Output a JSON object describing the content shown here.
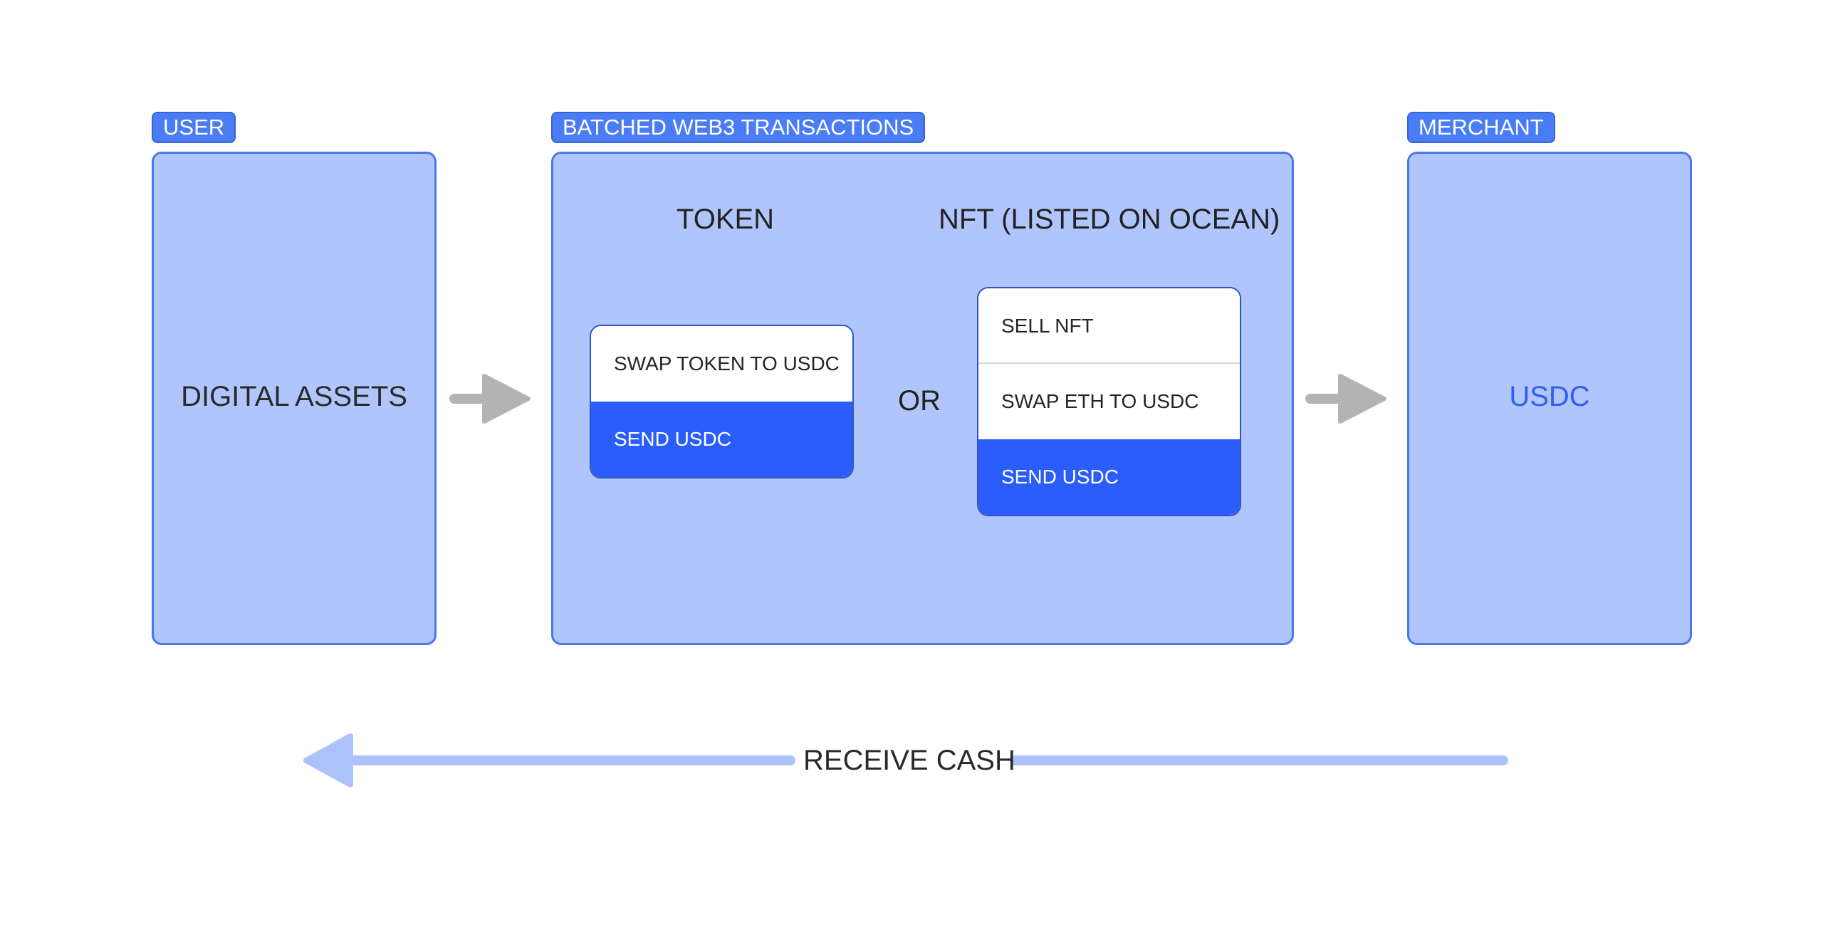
{
  "user": {
    "tag": "USER",
    "label": "DIGITAL ASSETS"
  },
  "batched": {
    "tag": "BATCHED WEB3 TRANSACTIONS",
    "token": {
      "heading": "TOKEN",
      "steps": [
        "SWAP TOKEN TO USDC",
        "SEND USDC"
      ]
    },
    "or_label": "OR",
    "nft": {
      "heading": "NFT (LISTED ON OCEAN)",
      "steps": [
        "SELL NFT",
        "SWAP ETH TO USDC",
        "SEND USDC"
      ]
    }
  },
  "merchant": {
    "tag": "MERCHANT",
    "label": "USDC"
  },
  "receive_label": "RECEIVE CASH",
  "colors": {
    "tag_fill": "#4a7df5",
    "panel_fill": "#b1c5fd",
    "panel_border": "#4b76ec",
    "primary_step": "#2b5dfb",
    "usdc_text": "#2e5ff2",
    "flow_arrow": "#b3b3b3",
    "return_arrow": "#adc2fb"
  }
}
